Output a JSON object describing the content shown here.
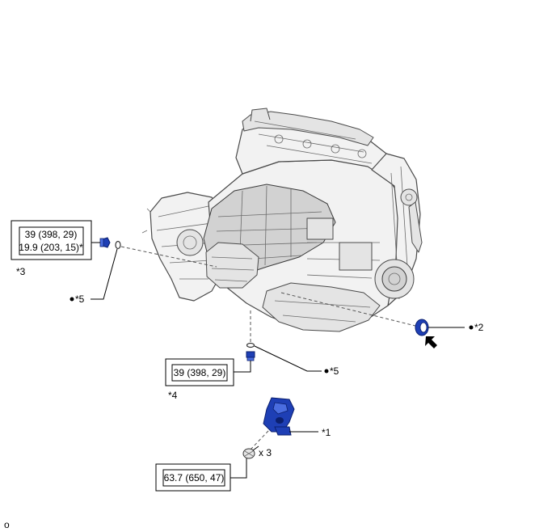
{
  "callouts": {
    "part1": "*1",
    "part2": "*2",
    "part3": "*3",
    "part4": "*4",
    "part5a": "*5",
    "part5b": "*5",
    "quantity": "x 3",
    "corner_mark": "o"
  },
  "torque_specs": {
    "plug3_line1": "39 (398, 29)",
    "plug3_line2": "19.9 (203, 15)*",
    "plug4": "39 (398, 29)",
    "bracket_bolt": "63.7 (650, 47)"
  },
  "icons": {
    "bullet": "filled-dot",
    "install_arrow": "bold-arrow-pointing-up-left"
  },
  "colors": {
    "part_highlight": "#1e3fb5",
    "engine_fill": "#f2f2f2",
    "line": "#000000"
  }
}
